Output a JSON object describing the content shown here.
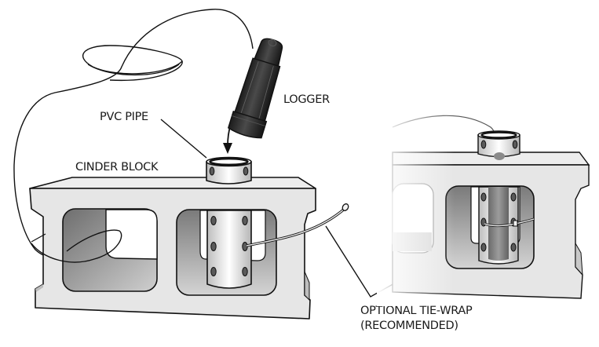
{
  "diagram": {
    "labels": {
      "logger": "LOGGER",
      "pvc_pipe": "PVC PIPE",
      "cinder_block": "CINDER BLOCK",
      "tie_wrap_line1": "OPTIONAL TIE-WRAP",
      "tie_wrap_line2": "(RECOMMENDED)"
    },
    "colors": {
      "block_face": "#e6e6e6",
      "block_top": "#ededed",
      "hole_shadow": "#8a8a8a",
      "logger_body": "#2b2b2b",
      "outline": "#111111"
    }
  }
}
